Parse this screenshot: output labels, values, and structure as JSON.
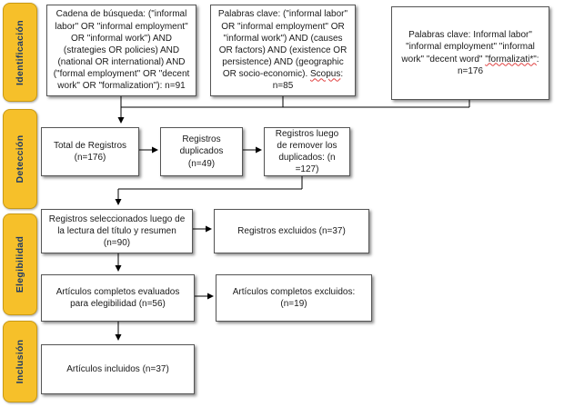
{
  "phases": {
    "identification": "Identificación",
    "detection": "Detección",
    "eligibility": "Elegibilidad",
    "inclusion": "Inclusión"
  },
  "boxes": {
    "search_string": "Cadena de búsqueda: (\"informal labor\" OR \"informal employment\" OR \"informal work\") AND (strategies OR policies) AND (national OR international) AND (\"formal employment\" OR \"decent work\" OR \"formalization\"): n=91",
    "keywords_scopus_pre": "Palabras clave: (\"informal labor\" OR \"informal employment\" OR \"informal work\") AND (causes OR factors) AND (existence OR persistence) AND (geographic OR socio-economic). ",
    "keywords_scopus_term": "Scopus",
    "keywords_scopus_post": ": n=85",
    "keywords_third_pre": "Palabras clave: Informal labor\" \"informal employment\" \"informal work\" \"decent word\" ",
    "keywords_third_term": "\"formalizati*\"",
    "keywords_third_post": ": n=176",
    "total_records": "Total de Registros (n=176)",
    "duplicates": "Registros duplicados (n=49)",
    "after_duplicates": "Registros luego de remover los duplicados: (n =127)",
    "screened": "Registros seleccionados luego de la lectura del título y resumen (n=90)",
    "excluded_records": "Registros excluidos (n=37)",
    "full_text": "Artículos completos evaluados para elegibilidad (n=56)",
    "full_text_excluded": "Artículos completos excluidos: (n=19)",
    "included": "Artículos incluidos (n=37)"
  },
  "colors": {
    "phase_fill": "#f6c02a",
    "phase_text": "#1f3a66",
    "box_border": "#555555",
    "connector": "#000000"
  }
}
